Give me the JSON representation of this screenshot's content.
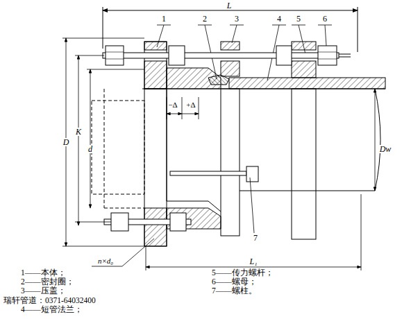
{
  "diagram": {
    "labels": [
      "L",
      "1",
      "2",
      "3",
      "4",
      "5",
      "6",
      "D",
      "K",
      "d",
      "−Δ",
      "+Δ",
      "Dw",
      "7",
      "n×d₀",
      "L₁",
      "1——本体；",
      "2——密封圈；",
      "3——压盖；",
      "4——短管法兰；",
      "5——传力螺杆；",
      "6——螺母；",
      "7——螺柱。",
      "瑞轩管道：0371-64032400"
    ]
  }
}
